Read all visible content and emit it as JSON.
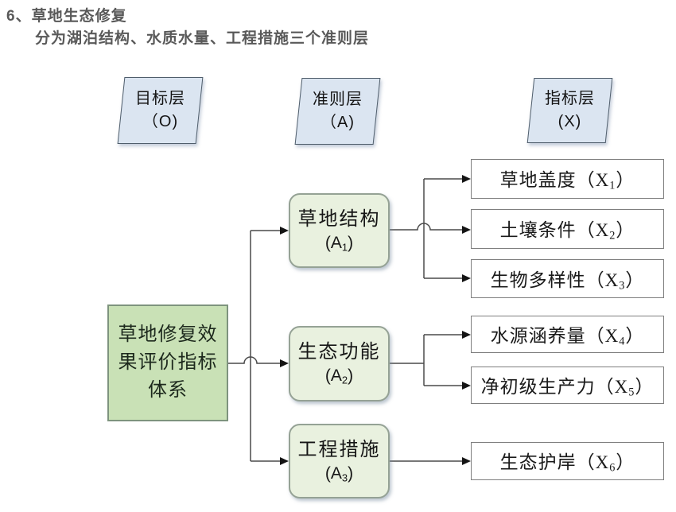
{
  "header": {
    "title": "6、草地生态修复",
    "subtitle": "分为湖泊结构、水质水量、工程措施三个准则层"
  },
  "layers": [
    {
      "label": "目标层",
      "code": "（O)"
    },
    {
      "label": "准则层",
      "code": "（A)"
    },
    {
      "label": "指标层",
      "code": "(X)"
    }
  ],
  "goal": {
    "text": "草地修复效果评价指标体系"
  },
  "criteria": [
    {
      "label": "草地结构",
      "code_open": "(A",
      "sub": "1",
      "code_close": ")"
    },
    {
      "label": "生态功能",
      "code_open": "(A",
      "sub": "2",
      "code_close": ")"
    },
    {
      "label": "工程措施",
      "code_open": "(A",
      "sub": "3",
      "code_close": ")"
    }
  ],
  "indicators": [
    {
      "label": "草地盖度",
      "open": "（X",
      "sub": "1",
      "close": "）"
    },
    {
      "label": "土壤条件",
      "open": "（X",
      "sub": "2",
      "close": "）"
    },
    {
      "label": "生物多样性",
      "open": "（X",
      "sub": "3",
      "close": "）"
    },
    {
      "label": "水源涵养量",
      "open": "（X",
      "sub": "4",
      "close": "）"
    },
    {
      "label": "净初级生产力",
      "open": "（X",
      "sub": "5",
      "close": "）"
    },
    {
      "label": "生态护岸",
      "open": "（X",
      "sub": "6",
      "close": "）"
    }
  ],
  "colors": {
    "title_text": "#595959",
    "layer_fill": "#dbe5f1",
    "layer_border": "#4f5d6b",
    "goal_fill": "#c9e1b6",
    "goal_border": "#7e947e",
    "criteria_fill": "#e9f1df",
    "criteria_border": "#95a295",
    "indicator_fill": "#ffffff",
    "indicator_border": "#7f7f7f",
    "connector": "#4a4a4a"
  }
}
